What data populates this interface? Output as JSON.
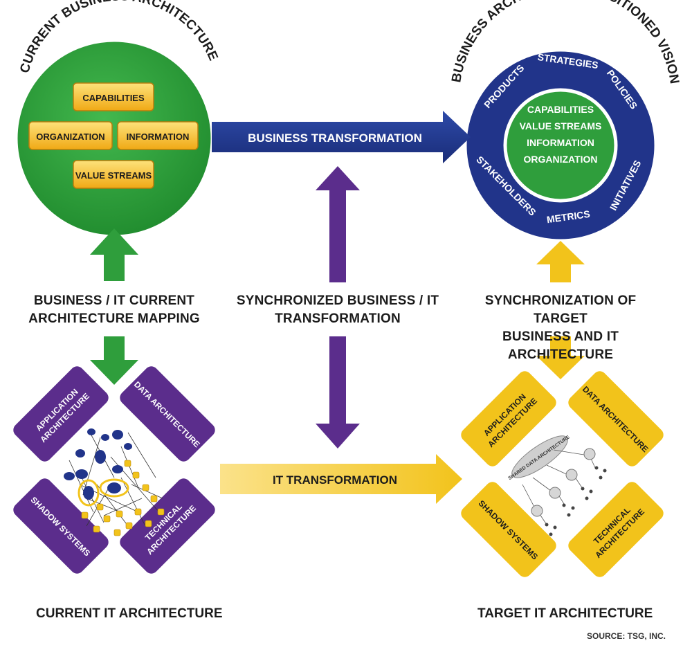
{
  "current_business": {
    "title": "CURRENT BUSINESS ARCHITECTURE",
    "boxes": [
      "CAPABILITIES",
      "ORGANIZATION",
      "INFORMATION",
      "VALUE STREAMS"
    ]
  },
  "vision": {
    "title": "BUSINESS ARCHITECTURE POSITIONED VISION",
    "ring": [
      "STRATEGIES",
      "POLICIES",
      "INITIATIVES",
      "METRICS",
      "STAKEHOLDERS",
      "PRODUCTS"
    ],
    "core": [
      "CAPABILITIES",
      "VALUE STREAMS",
      "INFORMATION",
      "ORGANIZATION"
    ]
  },
  "arrows": {
    "business_transformation": "BUSINESS TRANSFORMATION",
    "it_transformation": "IT TRANSFORMATION"
  },
  "labels": {
    "mapping": [
      "BUSINESS / IT CURRENT",
      "ARCHITECTURE MAPPING"
    ],
    "sync": [
      "SYNCHRONIZED BUSINESS / IT",
      "TRANSFORMATION"
    ],
    "target_sync": [
      "SYNCHRONIZATION OF TARGET",
      "BUSINESS AND IT ARCHITECTURE"
    ]
  },
  "current_it": {
    "title": "CURRENT IT ARCHITECTURE",
    "app": [
      "APPLICATION",
      "ARCHITECTURE"
    ],
    "data": "DATA ARCHITECTURE",
    "shadow": "SHADOW SYSTEMS",
    "tech": [
      "TECHNICAL",
      "ARCHITECTURE"
    ]
  },
  "target_it": {
    "title": "TARGET IT ARCHITECTURE",
    "app": [
      "APPLICATION",
      "ARCHITECTURE"
    ],
    "data": "DATA ARCHITECTURE",
    "shadow": "SHADOW SYSTEMS",
    "tech": [
      "TECHNICAL",
      "ARCHITECTURE"
    ],
    "hub": "SHARED DATA ARCHITECTURE"
  },
  "source": "SOURCE: TSG, INC.",
  "colors": {
    "green": "#2f9e3c",
    "navy": "#21348a",
    "purple": "#5b2d8c",
    "gold": "#f2c31b"
  }
}
